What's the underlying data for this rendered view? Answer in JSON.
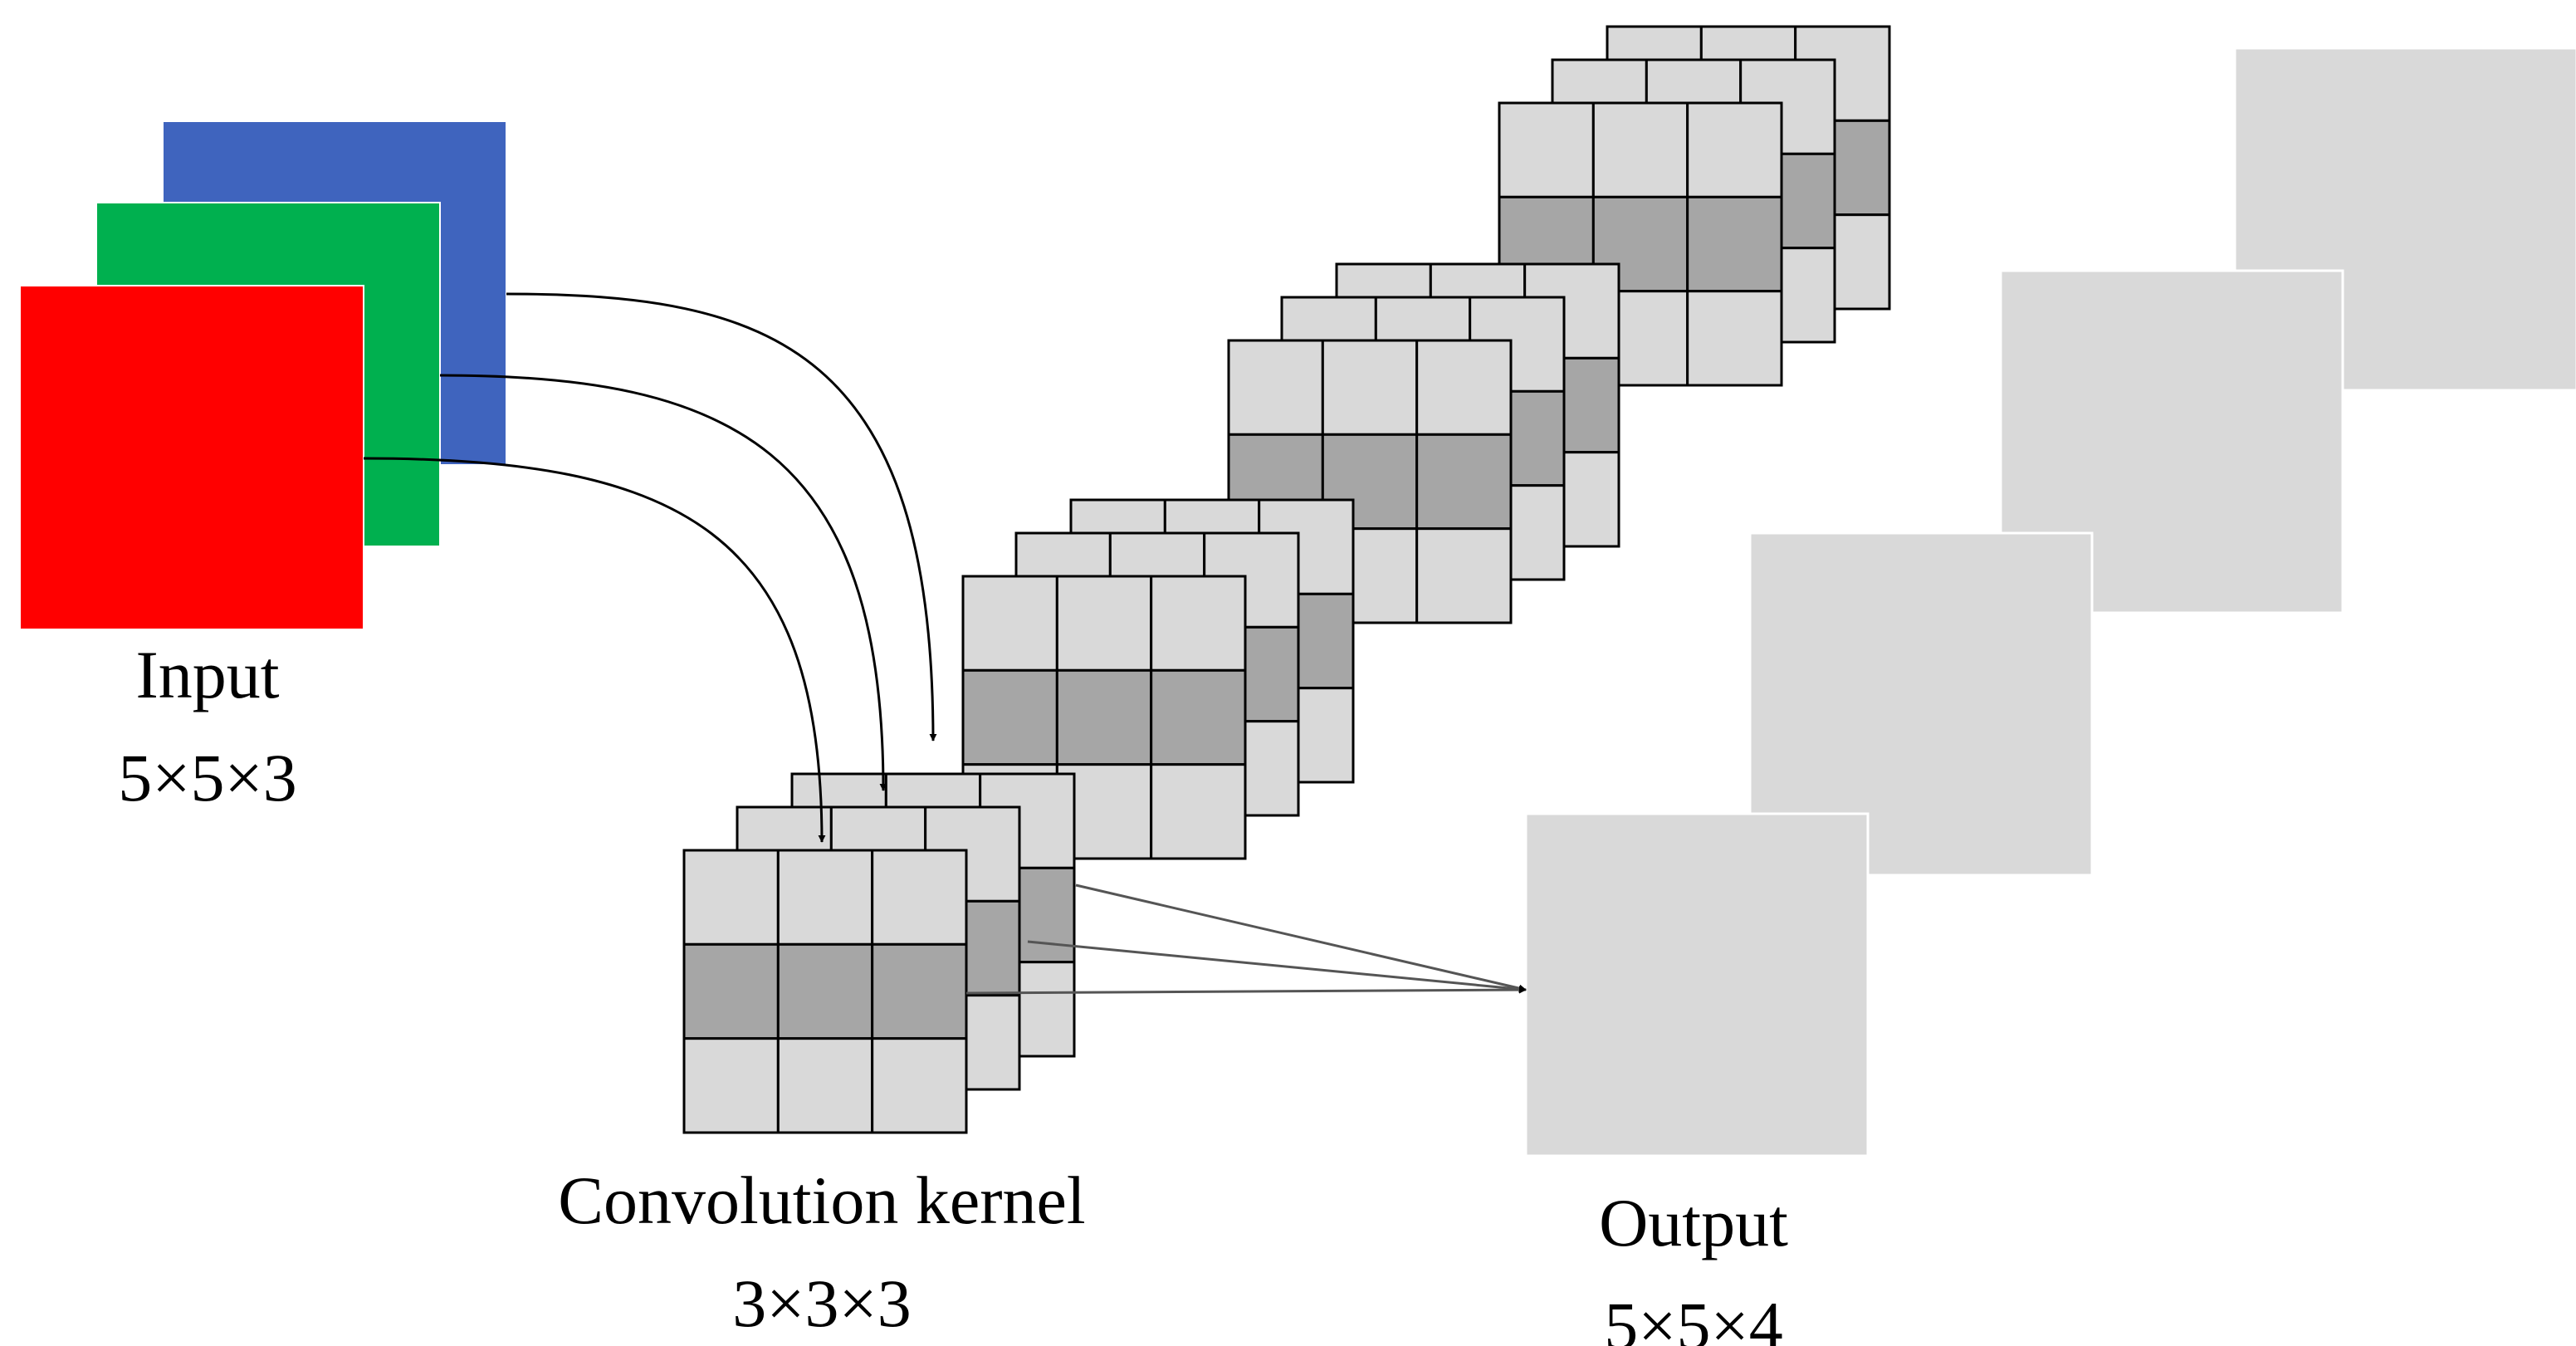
{
  "input": {
    "label": "Input",
    "dims": "5×5×3",
    "channel_colors": [
      "#3F64BE",
      "#00B04F",
      "#FF0000"
    ]
  },
  "kernel": {
    "label": "Convolution kernel",
    "dims": "3×3×3"
  },
  "output": {
    "label": "Output",
    "dims": "5×5×4",
    "map_color": "#D9D9D9"
  },
  "colors": {
    "cell_light": "#D9D9D9",
    "cell_dark": "#A6A6A6",
    "grid_line": "#000000",
    "arrow": "#000000",
    "arrow_gray": "#555555"
  }
}
